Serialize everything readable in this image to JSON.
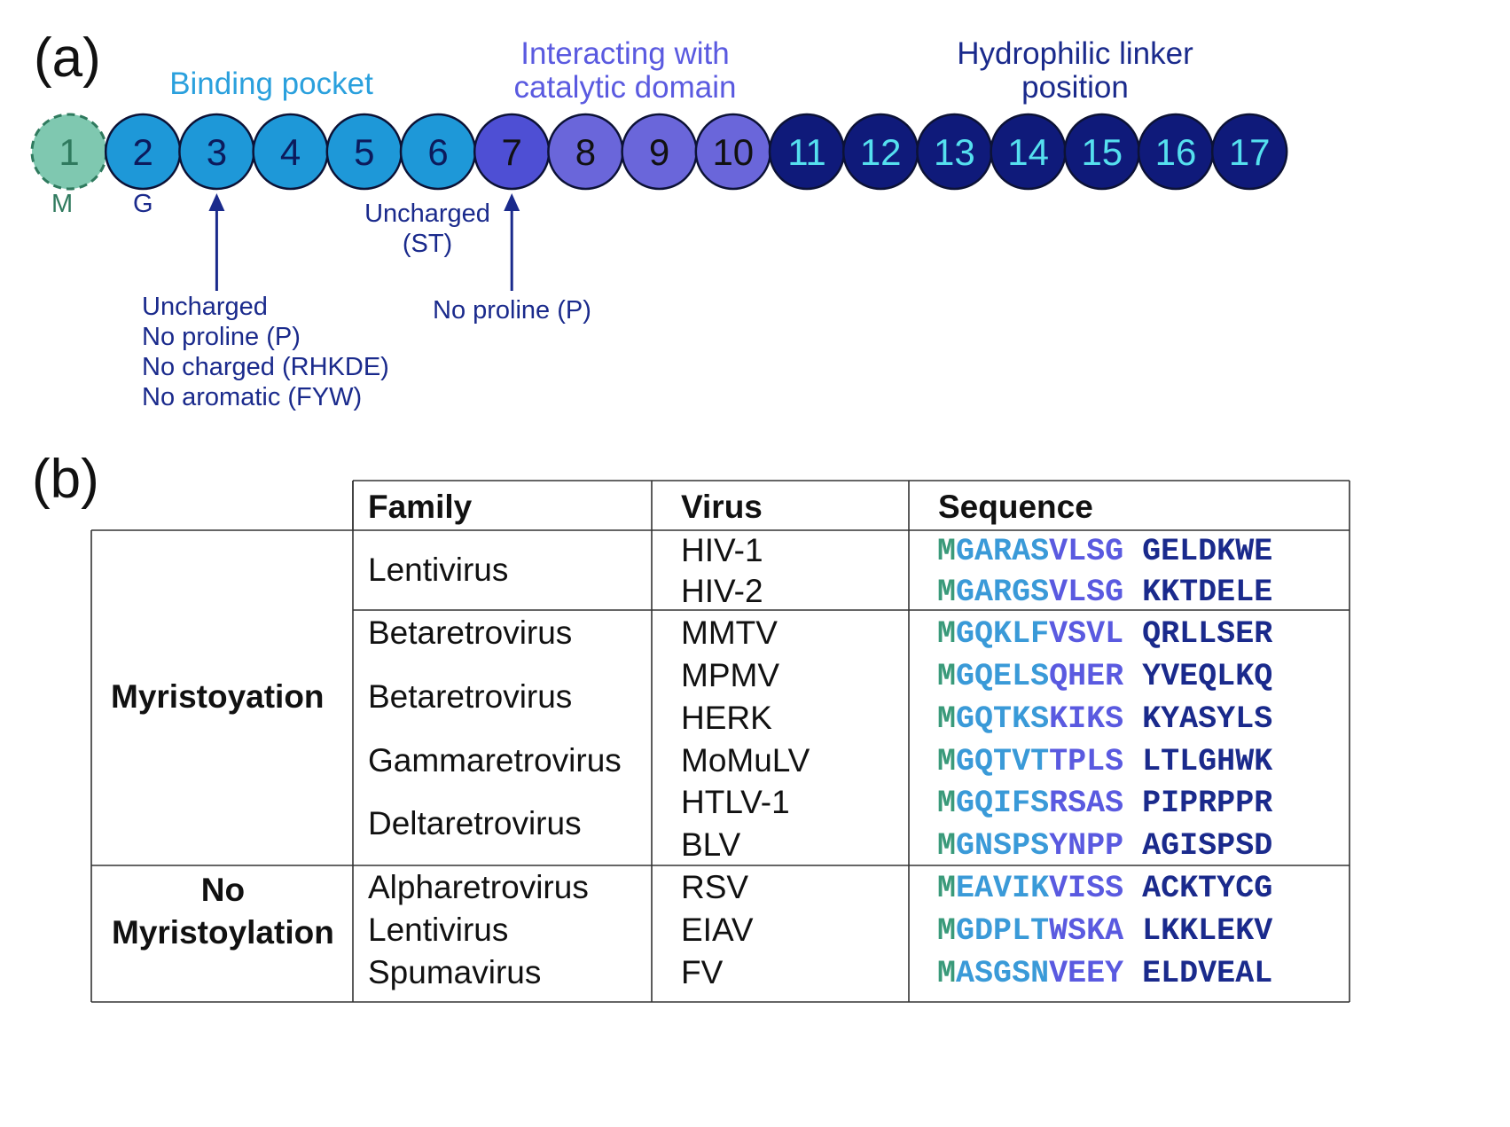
{
  "panel_a": {
    "label": "(a)",
    "headers": {
      "binding": "Binding pocket",
      "interacting": [
        "Interacting with",
        "catalytic domain"
      ],
      "linker": [
        "Hydrophilic linker",
        "position"
      ]
    },
    "positions": [
      "1",
      "2",
      "3",
      "4",
      "5",
      "6",
      "7",
      "8",
      "9",
      "10",
      "11",
      "12",
      "13",
      "14",
      "15",
      "16",
      "17"
    ],
    "colors": {
      "pos1_fill": "#7fc8b0",
      "pos1_stroke": "#2f7a5e",
      "binding_fill": "#1e98d8",
      "interacting_7_fill": "#4e4fd4",
      "interacting_fill": "#6a66da",
      "linker_fill": "#0f1a7a",
      "linker_text": "#55e0ef",
      "header_binding": "#2aa0dd",
      "header_interacting": "#5a5ae0",
      "header_linker": "#1a2a8c",
      "annotation": "#1a2a8c",
      "m_label": "#2f7a5e"
    },
    "residue_labels": {
      "pos1": "M",
      "pos2": "G"
    },
    "annotations": {
      "pos6": [
        "Uncharged",
        "(ST)"
      ],
      "pos3": [
        "Uncharged",
        "No proline (P)",
        "No charged (RHKDE)",
        "No aromatic (FYW)"
      ],
      "pos7": [
        "No proline (P)"
      ]
    }
  },
  "panel_b": {
    "label": "(b)",
    "columns": [
      "Family",
      "Virus",
      "Sequence"
    ],
    "groups": [
      "Myristoyation",
      [
        "No",
        "Myristoylation"
      ]
    ],
    "families": [
      "Lentivirus",
      "Betaretrovirus",
      "Betaretrovirus",
      "Gammaretrovirus",
      "Deltaretrovirus",
      "Alpharetrovirus",
      "Lentivirus",
      "Spumavirus"
    ],
    "rows": [
      {
        "virus": "HIV-1",
        "seq1": "MGARASVLSG",
        "seq2": "GELDKWE"
      },
      {
        "virus": "HIV-2",
        "seq1": "MGARGSVLSG",
        "seq2": "KKTDELE"
      },
      {
        "virus": "MMTV",
        "seq1": "MGQKLFVSVL",
        "seq2": "QRLLSER"
      },
      {
        "virus": "MPMV",
        "seq1": "MGQELSQHER",
        "seq2": "YVEQLKQ"
      },
      {
        "virus": "HERK",
        "seq1": "MGQTKSKIKS",
        "seq2": "KYASYLS"
      },
      {
        "virus": "MoMuLV",
        "seq1": "MGQTVTTPLS",
        "seq2": "LTLGHWK"
      },
      {
        "virus": "HTLV-1",
        "seq1": "MGQIFSRSAS",
        "seq2": "PIPRPPR"
      },
      {
        "virus": "BLV",
        "seq1": "MGNSPSYNPP",
        "seq2": "AGISPSD"
      },
      {
        "virus": "RSV",
        "seq1": "MEAVIKVISS",
        "seq2": "ACKTYCG"
      },
      {
        "virus": "EIAV",
        "seq1": "MGDPLTWSKA",
        "seq2": "LKKLEKV"
      },
      {
        "virus": "FV",
        "seq1": "MASGSNVEEY",
        "seq2": "ELDVEAL"
      }
    ],
    "seq_colors": {
      "pos1": "#3a9a7a",
      "binding": "#3a9ad8",
      "interacting": "#5a5ae0",
      "linker": "#1a2a8c"
    }
  }
}
